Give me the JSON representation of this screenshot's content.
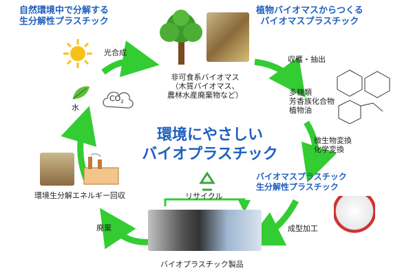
{
  "title_left": {
    "line1": "自然環境中で分解する",
    "line2": "生分解性プラスチック"
  },
  "title_right": {
    "line1": "植物バイオマスからつくる",
    "line2": "バイオマスプラスチック"
  },
  "center": {
    "line1": "環境にやさしい",
    "line2": "バイオプラスチック"
  },
  "biomass": {
    "line1": "非可食系バイオマス",
    "line2": "（木質バイオマス、",
    "line3": "農林水産廃棄物など）"
  },
  "labels": {
    "photosynthesis": "光合成",
    "water": "水",
    "co2_main": "CO",
    "co2_sub": "2",
    "harvest": "収穫・抽出",
    "sugars": "多糖類",
    "aromatics": "芳香族化合物",
    "plant_oil": "植物油",
    "microbial": "微生物変換",
    "chemical": "化学変換",
    "molding": "成型加工",
    "recycle": "リサイクル",
    "disposal": "廃棄",
    "energy": "環境生分解エネルギー回収",
    "products": "バイオプラスチック製品"
  },
  "bio_title": {
    "line1": "バイオマスプラスチック",
    "line2": "生分解性プラスチック"
  },
  "colors": {
    "accent": "#1f5fbf",
    "arrow": "#33cc33",
    "leaf": "#3a9a2a",
    "sun": "#f6c21a"
  }
}
